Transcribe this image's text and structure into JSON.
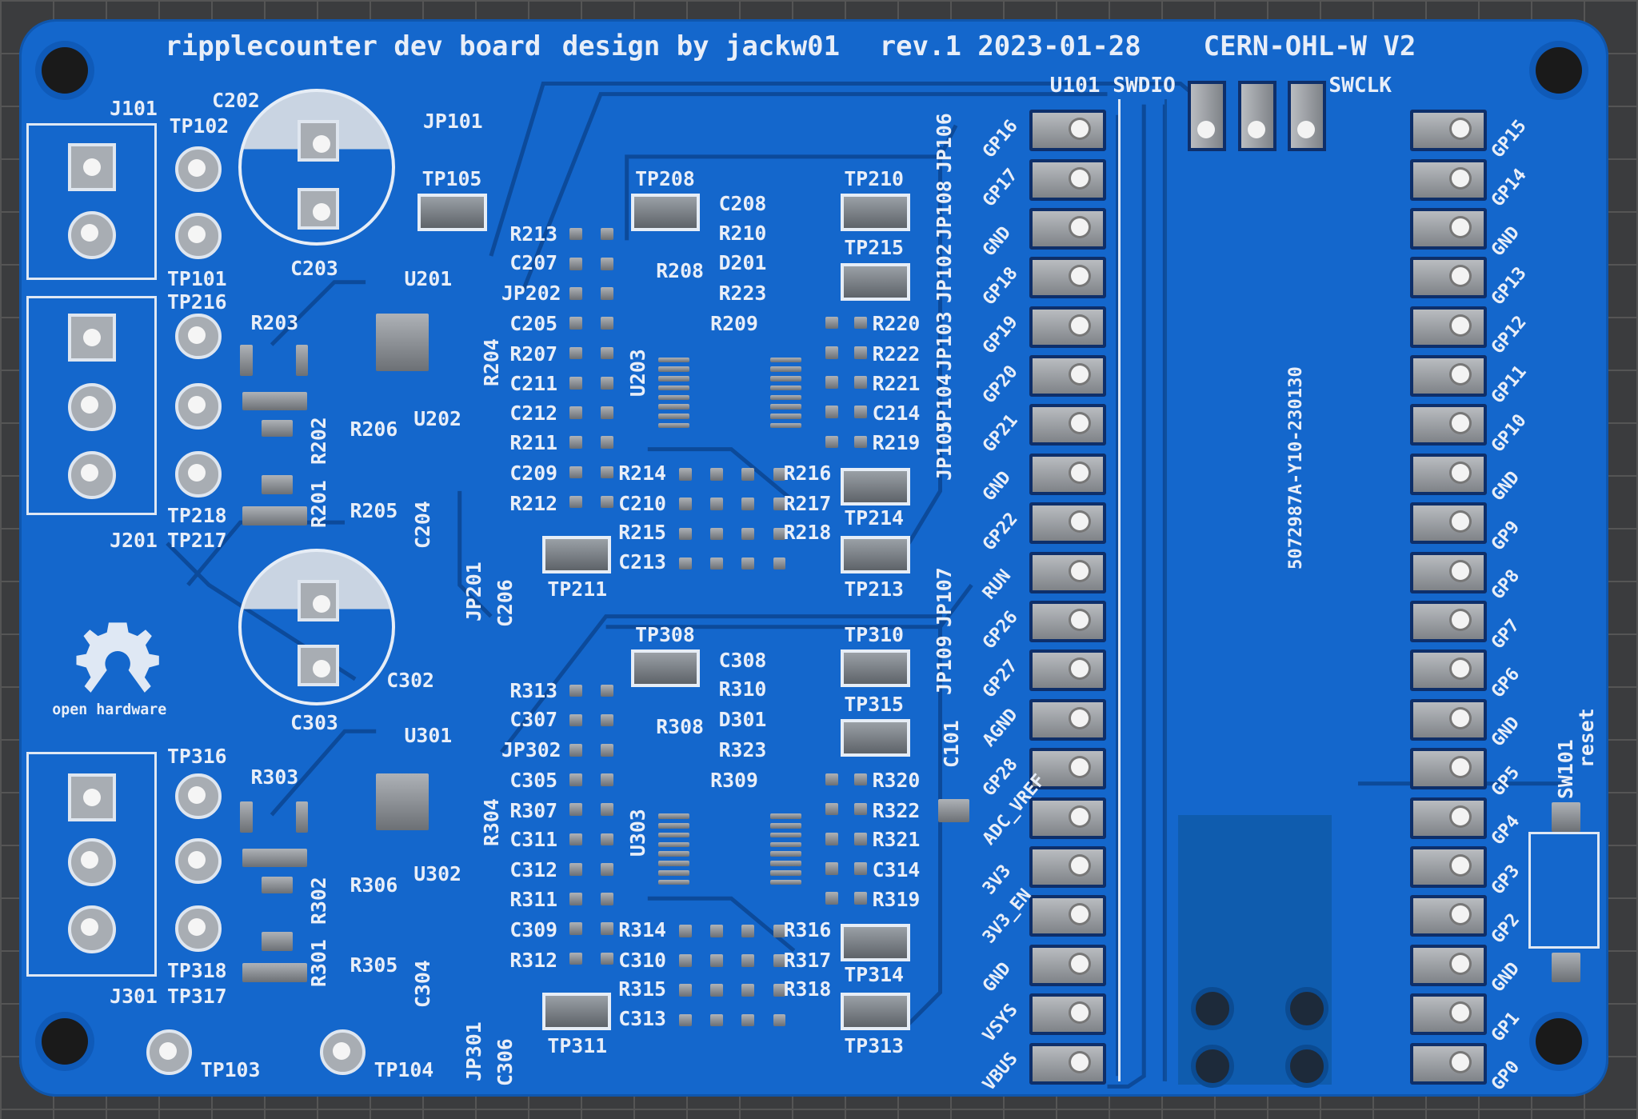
{
  "board": {
    "title_line": [
      "ripplecounter dev board",
      "design by jackw01",
      "rev.1 2023-01-28",
      "CERN-OHL-W V2"
    ],
    "order_code": "5072987A-Y10-230130",
    "swd_labels": [
      "U101 SWDIO",
      "SWCLK"
    ],
    "logo_text": "open hardware",
    "switch_label": [
      "SW101",
      "reset"
    ],
    "colors": {
      "soldermask": "#1467cc",
      "silkscreen": "#e8eef8",
      "pad": "#a8adb3",
      "mat": "#3b3c3e"
    }
  },
  "header_left": [
    "GP16",
    "GP17",
    "GND",
    "GP18",
    "GP19",
    "GP20",
    "GP21",
    "GND",
    "GP22",
    "RUN",
    "GP26",
    "GP27",
    "AGND",
    "GP28",
    "ADC_VREF",
    "3V3",
    "3V3_EN",
    "GND",
    "VSYS",
    "VBUS"
  ],
  "header_right": [
    "GP15",
    "GP14",
    "GND",
    "GP13",
    "GP12",
    "GP11",
    "GP10",
    "GND",
    "GP9",
    "GP8",
    "GP7",
    "GP6",
    "GND",
    "GP5",
    "GP4",
    "GP3",
    "GP2",
    "GND",
    "GP1",
    "GP0"
  ],
  "labels_misc": [
    "J101",
    "C202",
    "TP102",
    "JP101",
    "TP105",
    "C203",
    "U201",
    "TP101",
    "TP216",
    "R203",
    "R206",
    "U202",
    "R205",
    "R201",
    "R202",
    "C204",
    "J201",
    "TP217",
    "TP218",
    "JP201",
    "C206",
    "R204",
    "U203",
    "JP106",
    "JP108",
    "JP102",
    "JP103",
    "JP104",
    "JP105",
    "JP107",
    "JP109",
    "C101",
    "TP103",
    "TP104",
    "J301",
    "TP317",
    "TP318",
    "TP316",
    "R303",
    "R306",
    "U302",
    "R305",
    "R301",
    "R302",
    "C304",
    "JP301",
    "C306",
    "R304",
    "U303",
    "C302",
    "C303",
    "U301"
  ],
  "labels_200": [
    "TP208",
    "C208",
    "TP210",
    "R213",
    "R210",
    "C207",
    "D201",
    "TP215",
    "JP202",
    "R208",
    "R223",
    "C205",
    "R209",
    "R220",
    "R207",
    "R222",
    "C211",
    "R221",
    "C212",
    "C214",
    "R211",
    "R219",
    "C209",
    "R214",
    "R216",
    "R212",
    "C210",
    "R217",
    "TP214",
    "R215",
    "R218",
    "C213",
    "TP211",
    "TP213"
  ],
  "labels_300": [
    "TP308",
    "C308",
    "TP310",
    "R313",
    "R310",
    "C307",
    "D301",
    "TP315",
    "JP302",
    "R308",
    "R323",
    "C305",
    "R309",
    "R320",
    "R307",
    "R322",
    "C311",
    "R321",
    "C312",
    "C314",
    "R311",
    "R319",
    "C309",
    "R314",
    "R316",
    "R312",
    "C310",
    "R317",
    "TP314",
    "R315",
    "R318",
    "C313",
    "TP311",
    "TP313"
  ]
}
